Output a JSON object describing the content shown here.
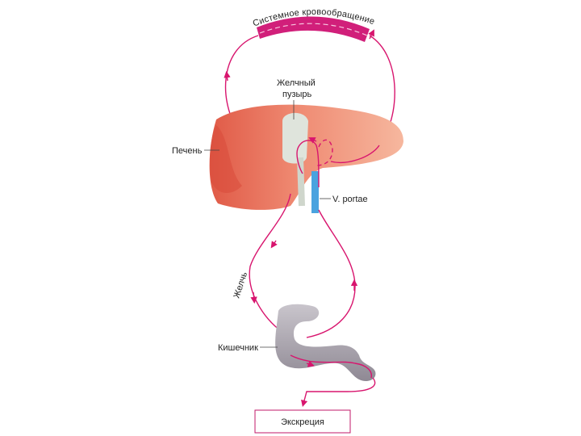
{
  "labels": {
    "systemic": "Системное кровообращение",
    "gallbladder_line1": "Желчный",
    "gallbladder_line2": "пузырь",
    "liver": "Печень",
    "portal_vein": "V. portae",
    "bile": "Желчь",
    "intestine": "Кишечник",
    "excretion": "Экскреция"
  },
  "colors": {
    "flow": "#d8156e",
    "liver": "#ef8a72",
    "liver_shadow": "#e0614d",
    "gallbladder": "#dfe4dc",
    "portal_vein": "#4aa3df",
    "intestine": "#a9a4ad",
    "systemic_vessel": "#d11f7a"
  }
}
